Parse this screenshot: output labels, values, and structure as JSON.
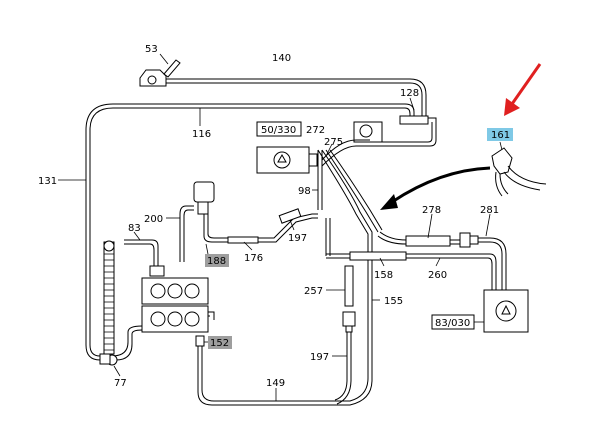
{
  "labels": {
    "l53": "53",
    "l140": "140",
    "l128": "128",
    "l116": "116",
    "l131": "131",
    "l50_330": "50/330",
    "l272": "272",
    "l275": "275",
    "l161": "161",
    "l98": "98",
    "l278": "278",
    "l281": "281",
    "l200": "200",
    "l83": "83",
    "l197a": "197",
    "l188": "188",
    "l176": "176",
    "l158": "158",
    "l260": "260",
    "l257": "257",
    "l155": "155",
    "l83_030": "83/030",
    "l152": "152",
    "l197b": "197",
    "l149": "149",
    "l77": "77"
  },
  "colors": {
    "highlight_gray": "#9e9e9e",
    "highlight_blue": "#7fc9e6",
    "arrow_red": "#e02020"
  }
}
